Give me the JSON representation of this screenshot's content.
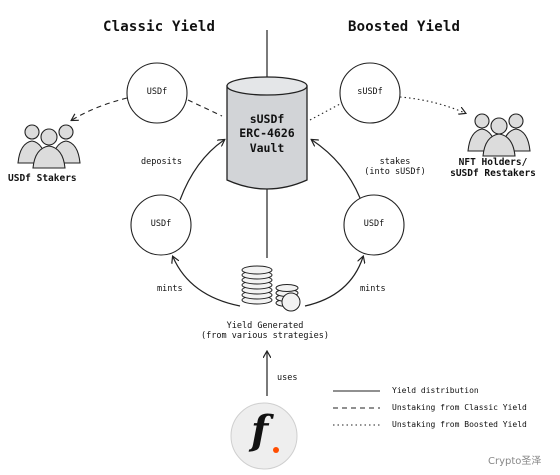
{
  "headings": {
    "left": "Classic Yield",
    "right": "Boosted Yield"
  },
  "vault": {
    "line1": "sUSDf",
    "line2": "ERC-4626",
    "line3": "Vault"
  },
  "nodes": {
    "top_left": "USDf",
    "top_right": "sUSDf",
    "bottom_left": "USDf",
    "bottom_right": "USDf"
  },
  "groups": {
    "left": "USDf Stakers",
    "right_line1": "NFT Holders/",
    "right_line2": "sUSDf Restakers"
  },
  "edge_labels": {
    "deposits": "deposits",
    "stakes_line1": "stakes",
    "stakes_line2": "(into sUSDf)",
    "mints_left": "mints",
    "mints_right": "mints",
    "uses": "uses"
  },
  "yield": {
    "line1": "Yield Generated",
    "line2": "(from various strategies)"
  },
  "legend": [
    {
      "style": "solid",
      "label": "Yield distribution"
    },
    {
      "style": "dashed",
      "label": "Unstaking from Classic Yield"
    },
    {
      "style": "dotted",
      "label": "Unstaking from Boosted Yield"
    }
  ],
  "logo": {
    "glyph": "f",
    "accent_color": "#ff4d00"
  },
  "watermark": "Crypto圣泽"
}
